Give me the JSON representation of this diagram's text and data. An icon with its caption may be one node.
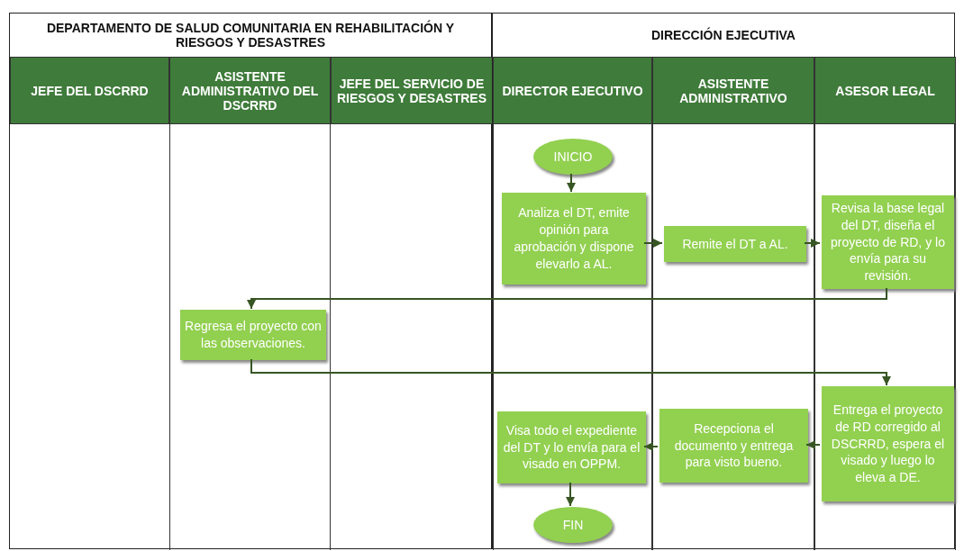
{
  "diagram": {
    "nodes": [
      {
        "text": [
          "DEPARTAMENTO DE SALUD COMUNITARIA EN REHABILITACIÓN Y RIESGOS Y DESASTRES"
        ]
      },
      {
        "text": [
          "JEFE DEL DSCRRD"
        ],
        "in": 0
      },
      {
        "text": [
          "ASISTENTE ADMINISTRATIVO DEL DSCRRD"
        ],
        "in": 0
      },
      {
        "text": [
          "JEFE DEL SERVICIO DE RIESGOS Y DESASTRES"
        ],
        "in": 0
      },
      {
        "text": [
          "DIRECCIÓN EJECUTIVA"
        ]
      },
      {
        "text": [
          "DIRECTOR EJECUTIVO"
        ],
        "in": 4
      },
      {
        "text": [
          "ASISTENTE ADMINISTRATIVO"
        ],
        "in": 4
      },
      {
        "text": [
          "ASESOR LEGAL"
        ],
        "in": 4
      },
      {
        "text": [
          "INICIO"
        ],
        "in": 5
      },
      {
        "text": [
          "Analiza el DT, emite opinión para aprobación y dispone elevarlo a AL."
        ],
        "in": 5
      },
      {
        "text": [
          "Remite el DT a AL."
        ],
        "in": 6
      },
      {
        "text": [
          "Revisa la base legal del DT, diseña el proyecto de RD, y lo envía para su revisión."
        ],
        "in": 7
      },
      {
        "text": [
          "Regresa el proyecto con las observaciones."
        ],
        "in": 2
      },
      {
        "text": [
          "Entrega el proyecto de RD corregido al DSCRRD, espera el visado y luego lo eleva a DE."
        ],
        "in": 7
      },
      {
        "text": [
          "Recepciona el documento y entrega para visto bueno."
        ],
        "in": 6
      },
      {
        "text": [
          "Visa todo el expediente del DT y lo envía para el visado en OPPM."
        ],
        "in": 5
      },
      {
        "text": [
          "FIN"
        ],
        "in": 5
      }
    ],
    "edges": [
      {
        "from": 8,
        "to": 9,
        "arrow": "to"
      },
      {
        "from": 9,
        "to": 10,
        "arrow": "to"
      },
      {
        "from": 10,
        "to": 11,
        "arrow": "to"
      },
      {
        "from": 11,
        "to": 12,
        "arrow": "to"
      },
      {
        "from": 12,
        "to": 13,
        "arrow": "to"
      },
      {
        "from": 13,
        "to": 14,
        "arrow": "to"
      },
      {
        "from": 14,
        "to": 15,
        "arrow": "to"
      },
      {
        "from": 15,
        "to": 16,
        "arrow": "to"
      }
    ]
  }
}
